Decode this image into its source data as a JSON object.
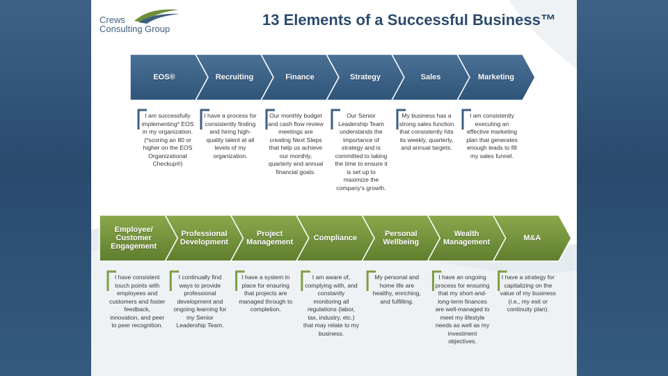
{
  "header": {
    "logo_line1": "Crews",
    "logo_line2": "Consulting Group",
    "title": "13 Elements of a Successful Business™"
  },
  "colors": {
    "row1_arrow": "#4a7196",
    "row1_arrow_dark": "#2f5479",
    "row1_bracket": "#3b5f82",
    "row2_arrow": "#8aa94c",
    "row2_arrow_dark": "#5f7e2e",
    "row2_bracket": "#7d9c42"
  },
  "row1": [
    {
      "label": "EOS®",
      "desc": "I am successfully implementing* EOS in my organization. (*scoring an 80 or higher on the EOS Organizational Checkup®)"
    },
    {
      "label": "Recruiting",
      "desc": "I have a process for consistently finding and hiring high-quality talent at all levels of my organization."
    },
    {
      "label": "Finance",
      "desc": "Our monthly budget and cash flow review meetings are creating Next Steps that help us achieve our monthly, quarterly and annual financial goals."
    },
    {
      "label": "Strategy",
      "desc": "Our Senior Leadership Team understands the importance of strategy and is committed to taking the time to ensure it is set up to maximize the company's growth."
    },
    {
      "label": "Sales",
      "desc": "My business has a strong sales function that consistently hits its weekly, quarterly, and annual targets."
    },
    {
      "label": "Marketing",
      "desc": "I am consistently executing an effective marketing plan that generates enough leads to fill my sales funnel."
    }
  ],
  "row2": [
    {
      "label": "Employee/ Customer Engagement",
      "desc": "I have consistent touch points with employees and customers and foster feedback, innovation, and peer to peer recognition."
    },
    {
      "label": "Professional Development",
      "desc": "I continually find ways to provide professional development and ongoing learning for my Senior Leadership Team."
    },
    {
      "label": "Project Management",
      "desc": "I have a system in place for ensuring that projects are managed through to completion."
    },
    {
      "label": "Compliance",
      "desc": "I am aware of, complying with, and constantly monitoring all regulations (labor, tax, industry, etc.) that may relate to my business."
    },
    {
      "label": "Personal Wellbeing",
      "desc": "My personal and home life are healthy, enriching, and fulfilling."
    },
    {
      "label": "Wealth Management",
      "desc": "I have an ongoing process for ensuring that my short-and-long-term finances are well-managed to meet my lifestyle needs as well as my investment objectives."
    },
    {
      "label": "M&A",
      "desc": "I have a strategy for capitalizing on the value of my business (i.e., my exit or continuity plan)."
    }
  ]
}
